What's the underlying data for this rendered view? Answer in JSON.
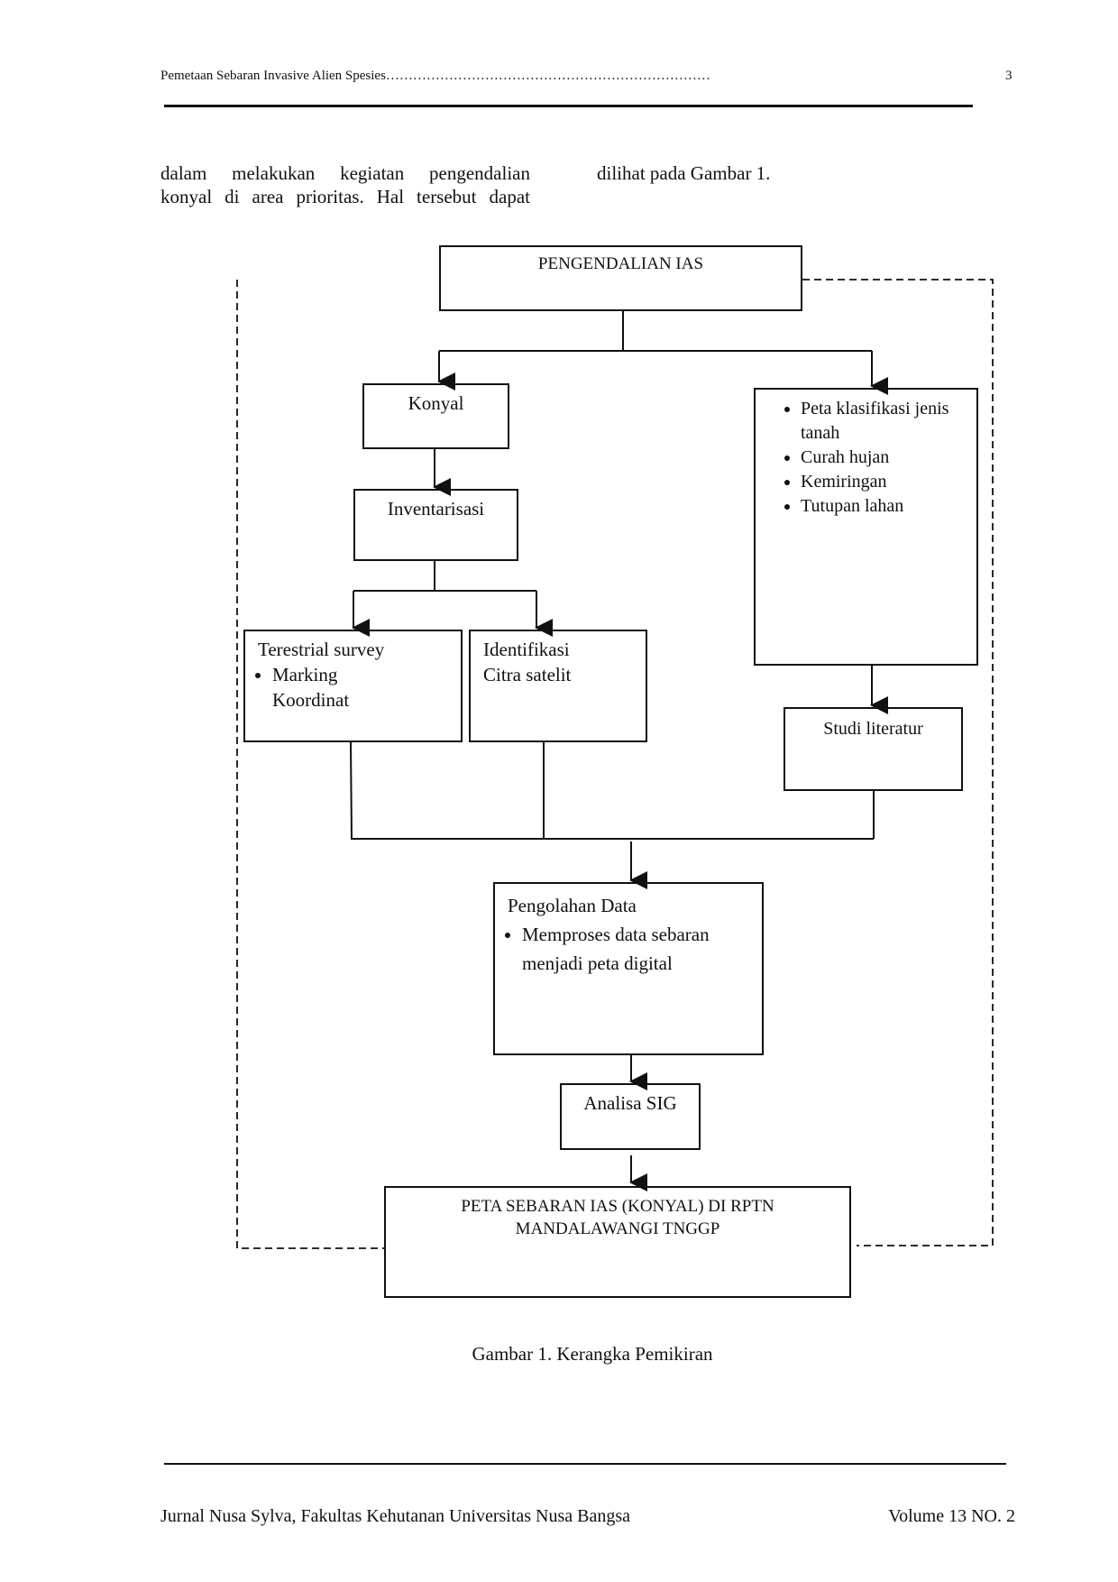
{
  "header": {
    "running_title": "Pemetaan Sebaran Invasive Alien Spesies………………………………………………………………",
    "page_number": "3"
  },
  "body": {
    "col1_line1": "dalam melakukan kegiatan pengendalian",
    "col1_line2": "konyal di area prioritas. Hal tersebut dapat",
    "col2_line1": "dilihat pada Gambar 1."
  },
  "diagram": {
    "top": "PENGENDALIAN IAS",
    "konyal": "Konyal",
    "inventarisasi": "Inventarisasi",
    "terestrial_title": "Terestrial survey",
    "terestrial_items": [
      "Marking Koordinat"
    ],
    "identifikasi_line1": "Identifikasi",
    "identifikasi_line2": "Citra satelit",
    "factors": [
      "Peta klasifikasi jenis tanah",
      "Curah hujan",
      "Kemiringan",
      "Tutupan lahan"
    ],
    "studi": "Studi literatur",
    "pengolahan_title": "Pengolahan Data",
    "pengolahan_items": [
      "Memproses data sebaran menjadi peta digital"
    ],
    "analisa": "Analisa SIG",
    "output_line1": "PETA SEBARAN IAS (KONYAL) DI RPTN",
    "output_line2": "MANDALAWANGI TNGGP"
  },
  "caption": "Gambar 1. Kerangka Pemikiran",
  "footer": {
    "journal": "Jurnal Nusa Sylva, Fakultas Kehutanan Universitas Nusa Bangsa",
    "volume": "Volume 13 NO. 2"
  }
}
